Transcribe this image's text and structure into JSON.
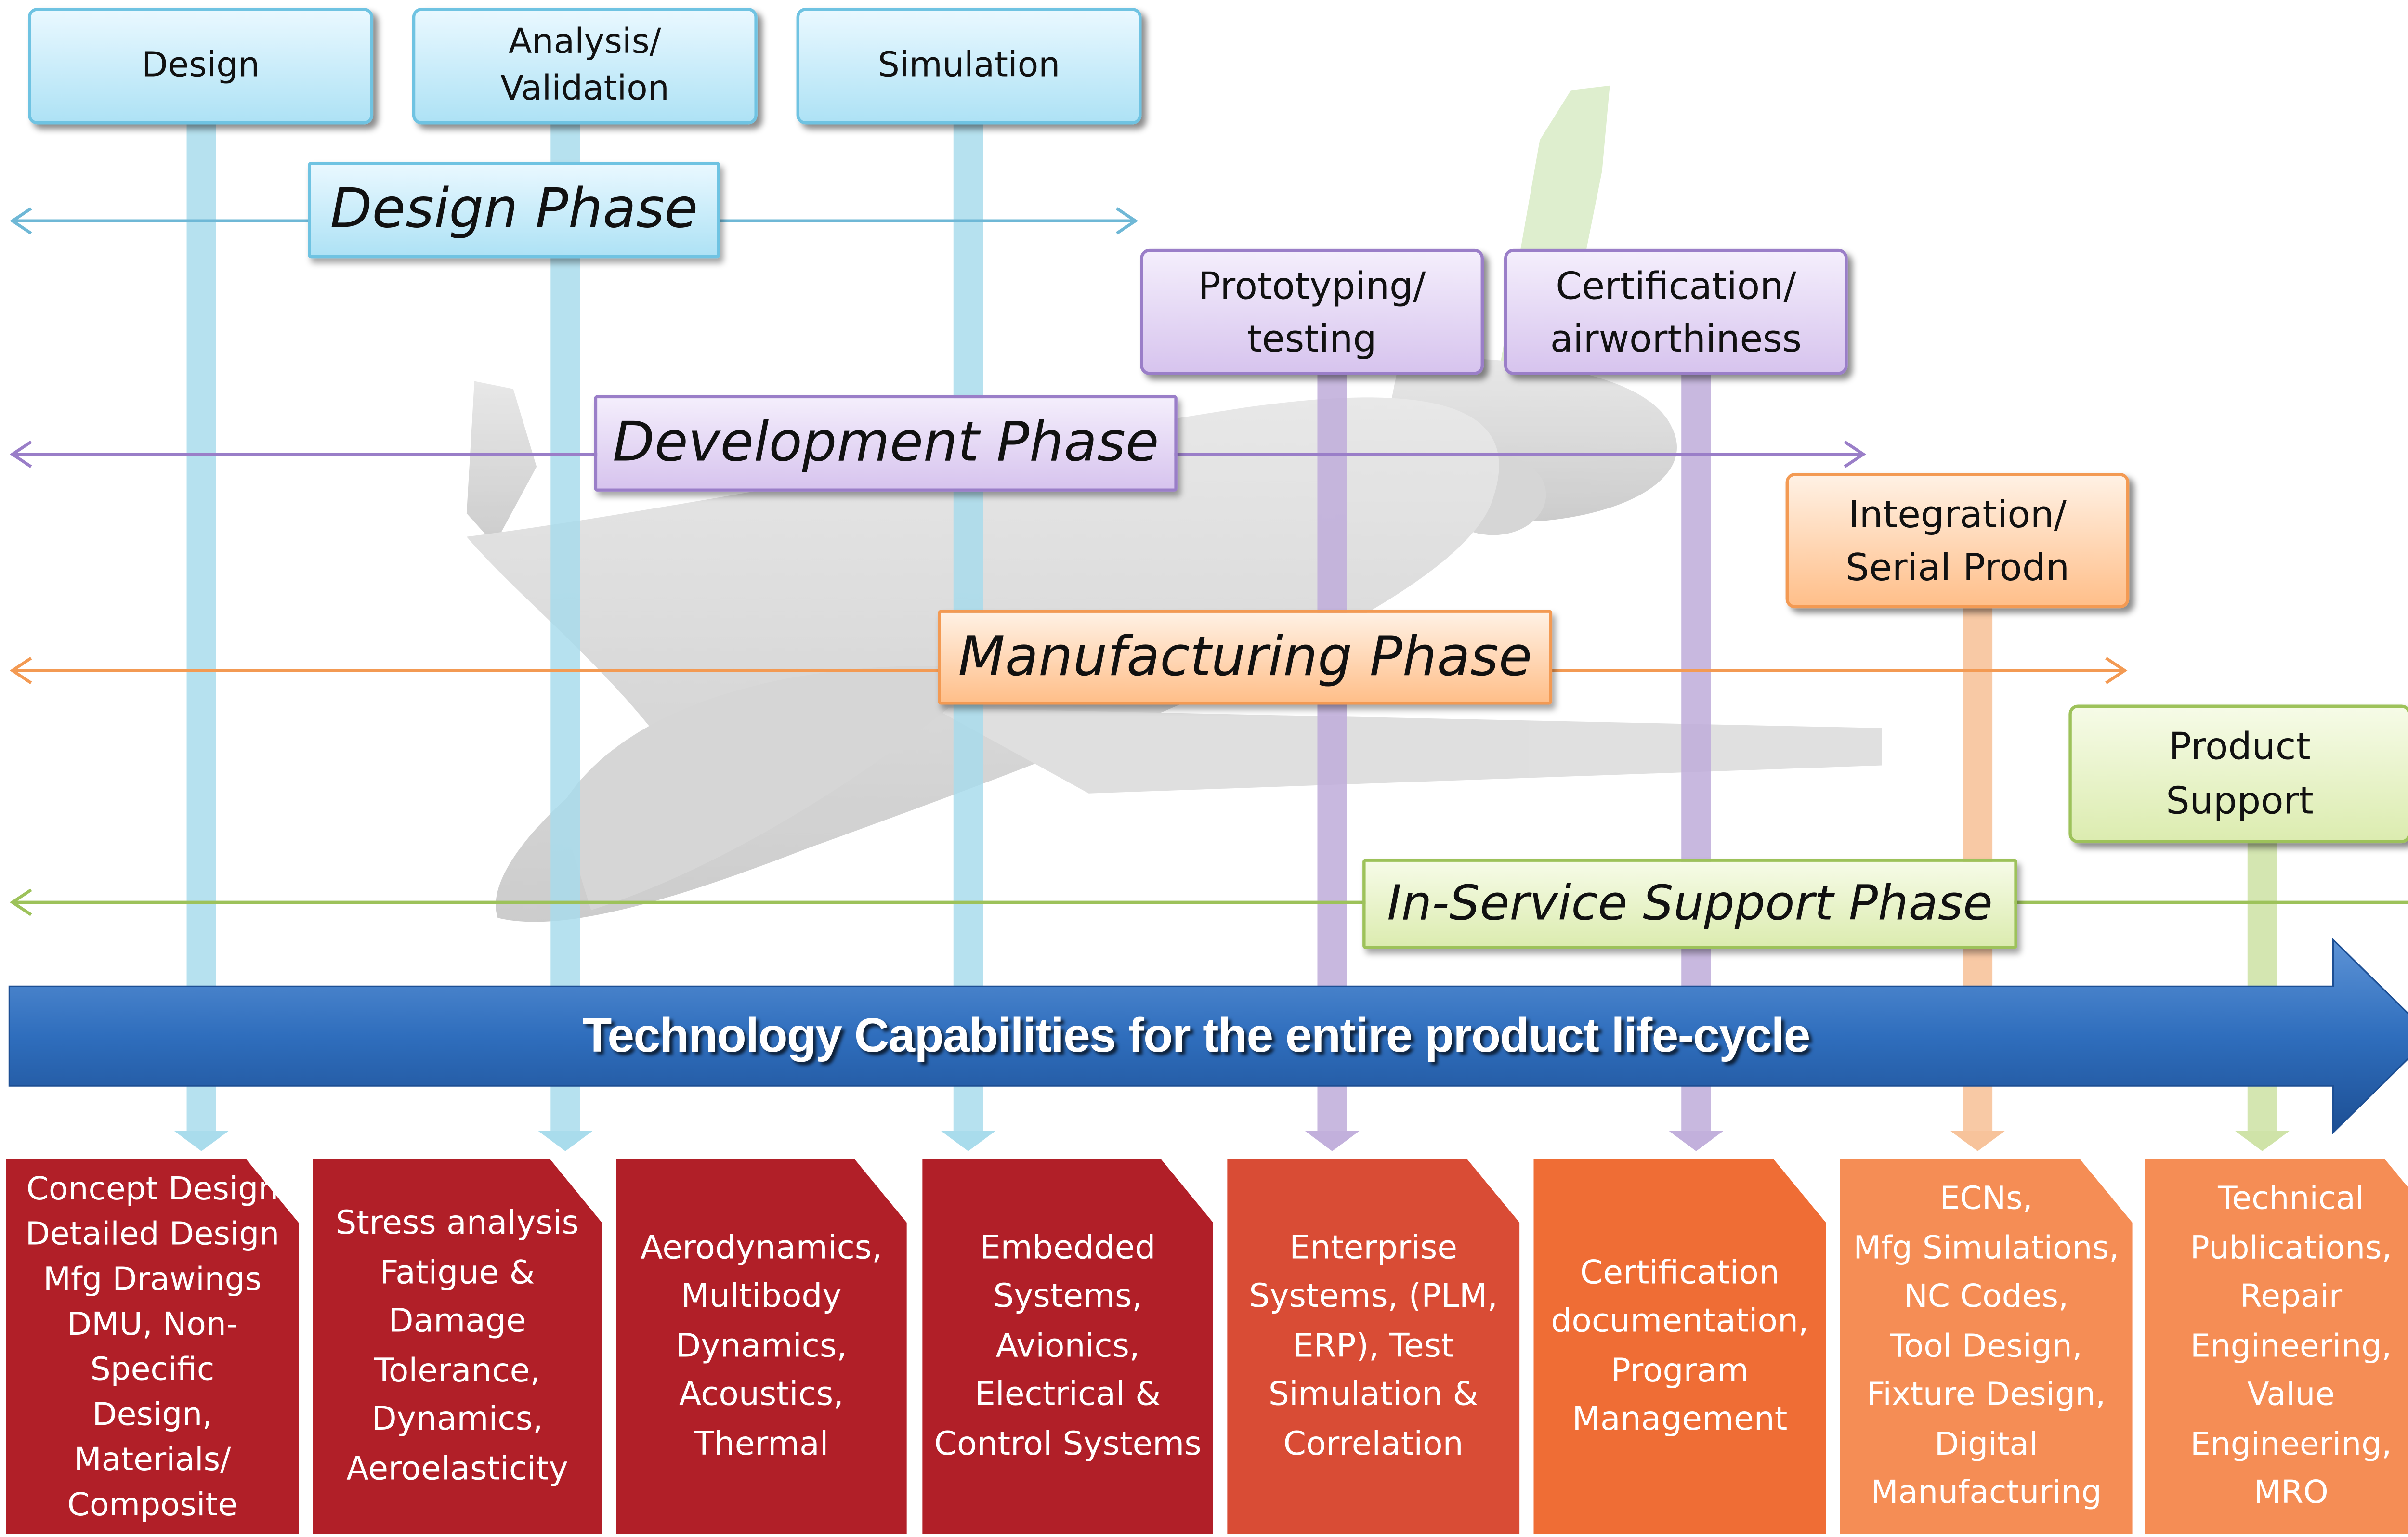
{
  "top_boxes": {
    "design": "Design",
    "analysis": "Analysis/\nValidation",
    "simulation": "Simulation",
    "prototyping": "Prototyping/\ntesting",
    "certification": "Certification/\nairworthiness",
    "integration": "Integration/\nSerial Prodn",
    "product_support": "Product\nSupport"
  },
  "phases": {
    "design": "Design Phase",
    "development": "Development Phase",
    "manufacturing": "Manufacturing Phase",
    "in_service": "In-Service Support Phase"
  },
  "banner": "Technology Capabilities for the entire product life-cycle",
  "capabilities": [
    "Concept Design\nDetailed Design\nMfg Drawings\nDMU, Non-Specific\nDesign,\nMaterials/\nComposite",
    "Stress analysis\nFatigue &\nDamage\nTolerance,\nDynamics,\nAeroelasticity",
    "Aerodynamics,\nMultibody\nDynamics,\nAcoustics,\nThermal",
    "Embedded\nSystems,\nAvionics,\nElectrical &\nControl Systems",
    "Enterprise\nSystems, (PLM,\nERP), Test\nSimulation &\nCorrelation",
    "Certification\ndocumentation,\nProgram\nManagement",
    "ECNs,\nMfg Simulations,\nNC Codes,\nTool Design,\nFixture Design,\nDigital\nManufacturing",
    "Technical\nPublications,\nRepair\nEngineering,\nValue\nEngineering,\nMRO"
  ],
  "colors": {
    "blue": "#a9dcec",
    "purple": "#c2b0dc",
    "orange": "#f7c39b",
    "green": "#cfe3a8",
    "banner": "#2f6ebd",
    "card_red": "#b11f28",
    "card_red_orange": "#d94c35",
    "card_orange": "#ef6d35",
    "card_light_orange": "#f58d55"
  },
  "icons": [
    "aircraft-illustration"
  ]
}
